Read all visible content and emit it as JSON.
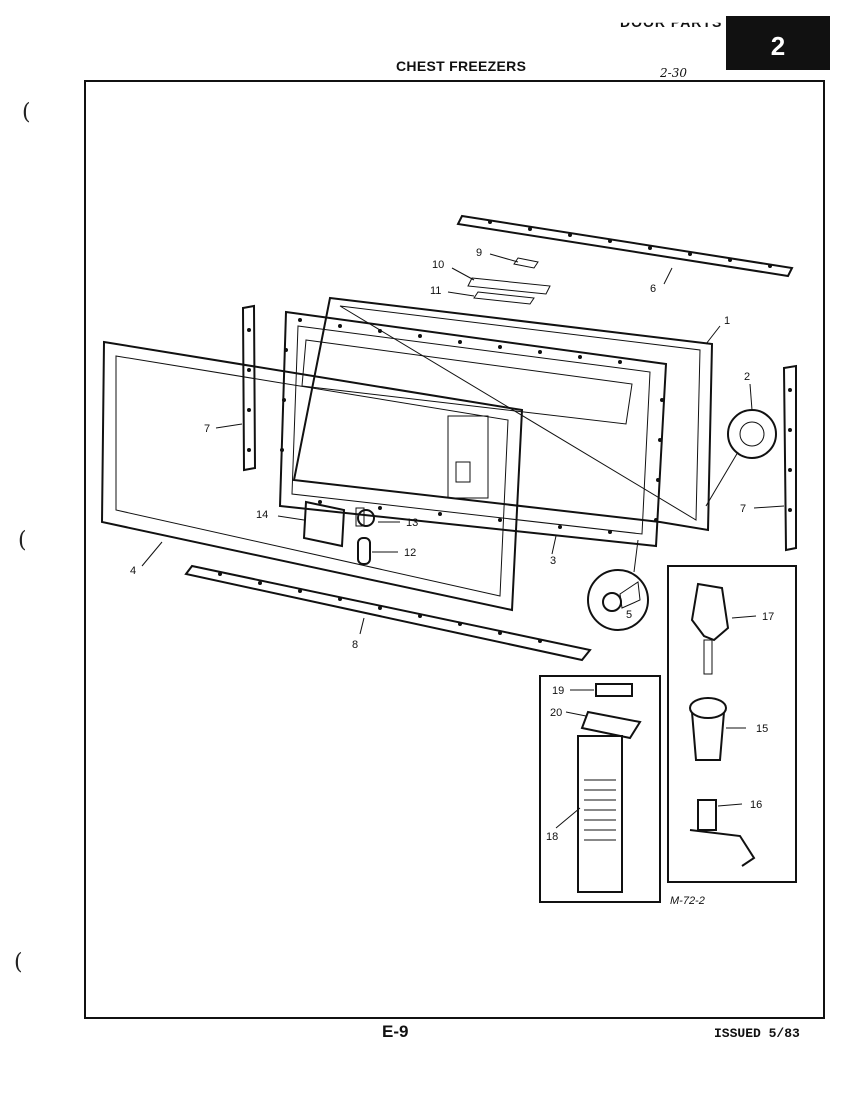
{
  "header": {
    "cut_text": "DOOR PARTS    SECTION",
    "section_number": "2",
    "title": "CHEST FREEZERS",
    "handwritten_note": "2-30"
  },
  "diagram": {
    "callouts": [
      "1",
      "2",
      "3",
      "4",
      "5",
      "6",
      "7",
      "7",
      "8",
      "9",
      "10",
      "11",
      "12",
      "13",
      "14",
      "15",
      "16",
      "17",
      "18",
      "19",
      "20"
    ],
    "drawing_code": "M-72-2"
  },
  "footer": {
    "page_id": "E-9",
    "issued": "ISSUED 5/83"
  }
}
